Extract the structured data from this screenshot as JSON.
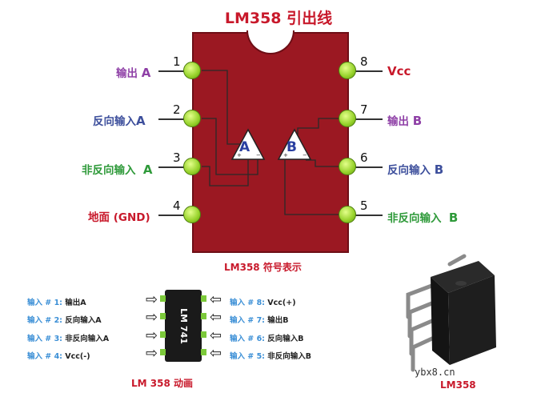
{
  "title": "LM358 引出线",
  "symbol_caption": "LM358 符号表示",
  "opamps": {
    "a": "A",
    "b": "B"
  },
  "pins_left": [
    {
      "num": "1",
      "label": "输出",
      "suffix": "A"
    },
    {
      "num": "2",
      "label": "反向输入",
      "suffix": "A"
    },
    {
      "num": "3",
      "label": "非反向输入",
      "suffix": "A"
    },
    {
      "num": "4",
      "label": "地面 (GND)",
      "suffix": ""
    }
  ],
  "pins_right": [
    {
      "num": "8",
      "label": "Vcc",
      "suffix": ""
    },
    {
      "num": "7",
      "label": "输出",
      "suffix": "B"
    },
    {
      "num": "6",
      "label": "反向输入",
      "suffix": "B"
    },
    {
      "num": "5",
      "label": "非反向输入",
      "suffix": "B"
    }
  ],
  "small_left": [
    {
      "prefix": "输入 # 1:",
      "text": "输出A"
    },
    {
      "prefix": "输入 # 2:",
      "text": "反向输入A"
    },
    {
      "prefix": "输入 # 3:",
      "text": "非反向输入A"
    },
    {
      "prefix": "输入 # 4:",
      "text": "Vcc(-)"
    }
  ],
  "small_right": [
    {
      "prefix": "输入 # 8:",
      "text": "Vcc(+)"
    },
    {
      "prefix": "输入 # 7:",
      "text": "输出B"
    },
    {
      "prefix": "输入 # 6:",
      "text": "反向输入B"
    },
    {
      "prefix": "输入 # 5:",
      "text": "非反向输入B"
    }
  ],
  "ic_marking": "LM 741",
  "ic_caption": "LM 358 动画",
  "photo_caption": "LM358",
  "watermark": "ybx8.cn",
  "colors": {
    "chip_body": "#9b1822",
    "pin_green": "#95d12a",
    "title_red": "#c8192b",
    "label_purple": "#8e3fa6",
    "label_blue": "#3d4f9c",
    "label_green": "#2f9a3a"
  }
}
